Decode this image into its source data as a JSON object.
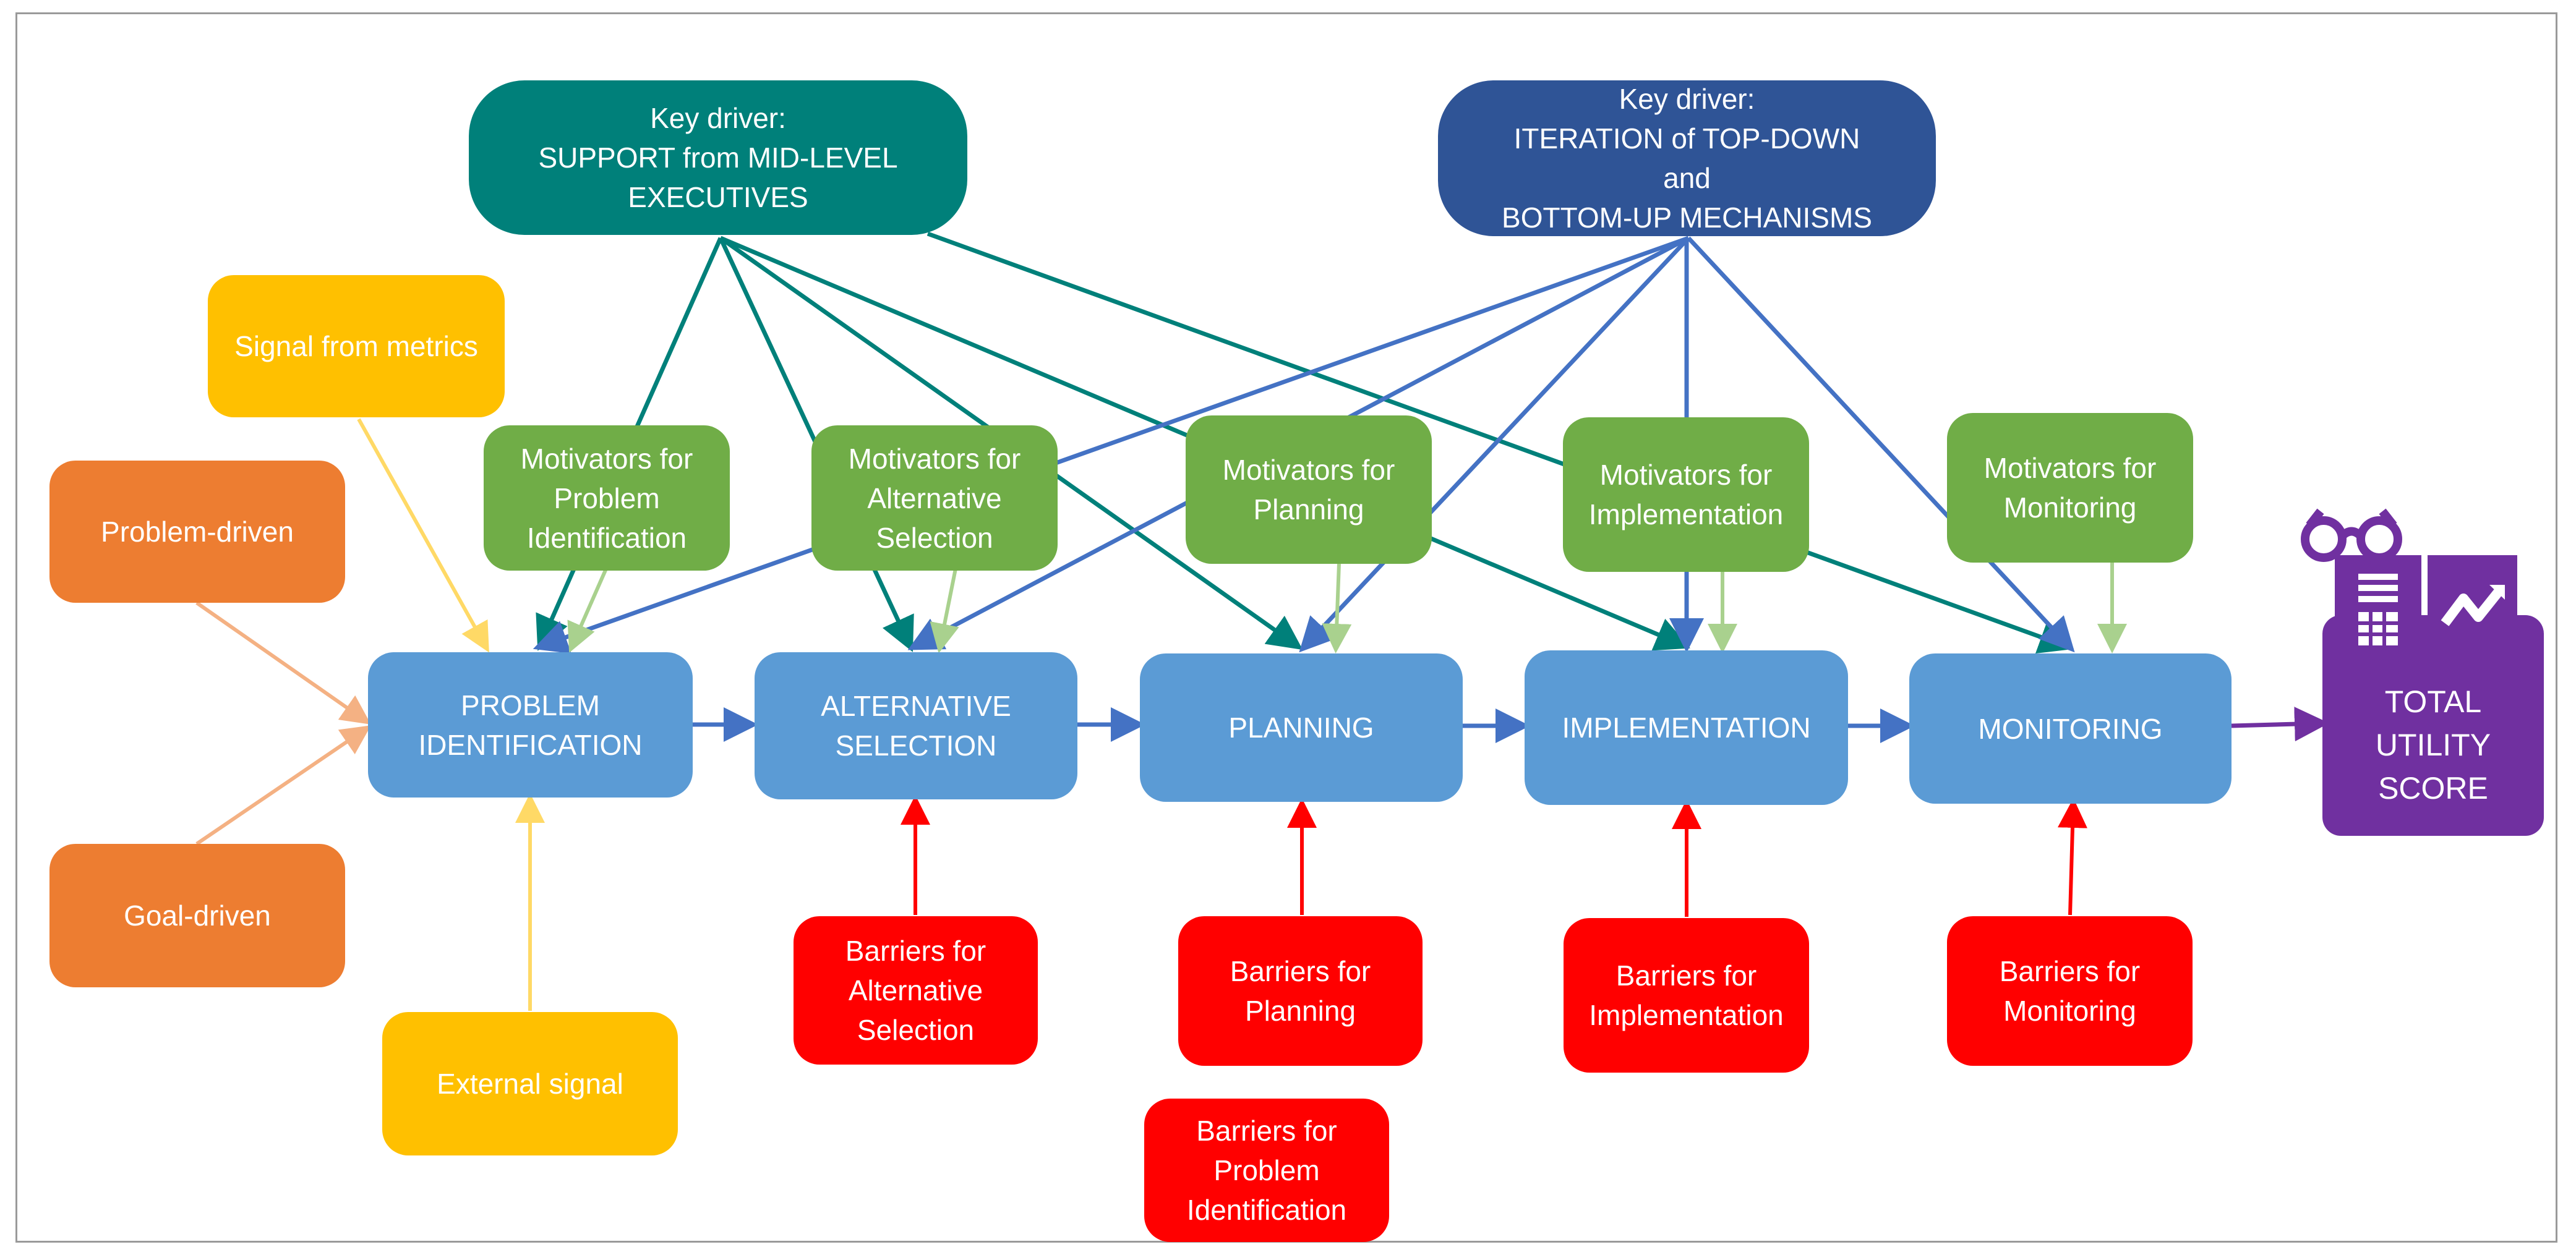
{
  "drivers": {
    "support": "Key driver:\nSUPPORT from MID-LEVEL\nEXECUTIVES",
    "iteration": "Key driver:\nITERATION of TOP-DOWN\nand\nBOTTOM-UP MECHANISMS"
  },
  "stages": {
    "problem_identification": "PROBLEM\nIDENTIFICATION",
    "alternative_selection": "ALTERNATIVE\nSELECTION",
    "planning": "PLANNING",
    "implementation": "IMPLEMENTATION",
    "monitoring": "MONITORING"
  },
  "motivators": {
    "problem_identification": "Motivators for\nProblem\nIdentification",
    "alternative_selection": "Motivators for\nAlternative\nSelection",
    "planning": "Motivators for\nPlanning",
    "implementation": "Motivators for\nImplementation",
    "monitoring": "Motivators for\nMonitoring"
  },
  "barriers": {
    "alternative_selection": "Barriers for\nAlternative\nSelection",
    "planning": "Barriers for\nPlanning",
    "implementation": "Barriers for\nImplementation",
    "monitoring": "Barriers for\nMonitoring",
    "problem_identification": "Barriers for\nProblem\nIdentification"
  },
  "triggers": {
    "problem_driven": "Problem-driven",
    "goal_driven": "Goal-driven"
  },
  "signals": {
    "metrics": "Signal from metrics",
    "external": "External signal"
  },
  "output": {
    "total_utility_score": "TOTAL\nUTILITY\nSCORE",
    "icons": [
      "glasses-icon",
      "spreadsheet-icon",
      "chart-trend-icon"
    ]
  },
  "colors": {
    "driver_teal": "#00807a",
    "driver_blue": "#2f5496",
    "stage": "#5b9bd5",
    "motivator": "#70ad47",
    "barrier": "#ff0000",
    "trigger": "#ed7d31",
    "signal": "#ffc000",
    "output": "#7030a0",
    "flow_arrow": "#4472c4"
  }
}
